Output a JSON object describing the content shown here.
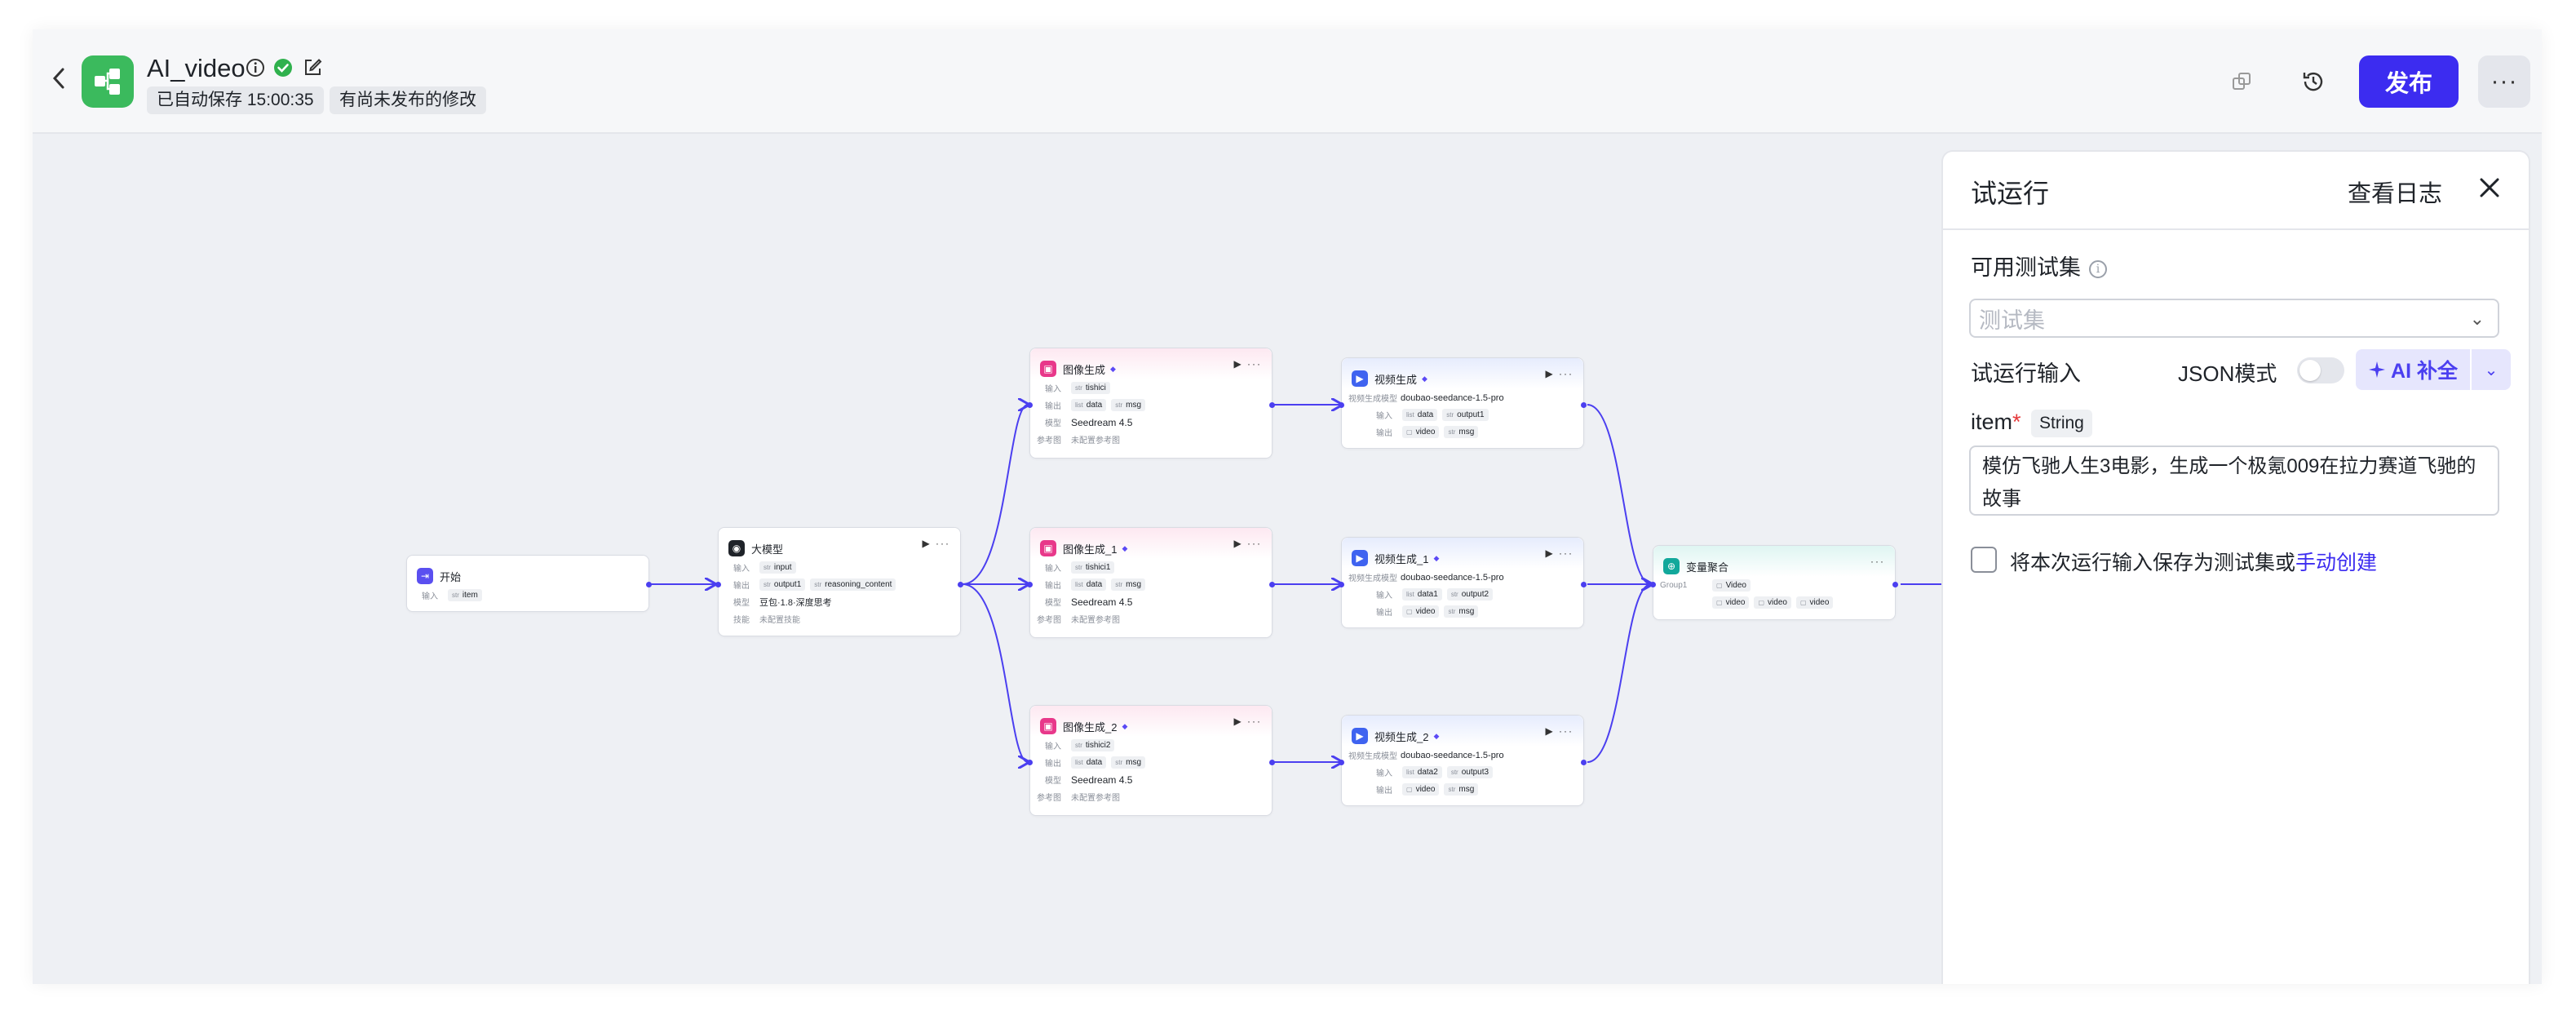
{
  "header": {
    "back_icon": "chevron-left-icon",
    "app_icon": "workflow-icon",
    "app_color": "#3bba5d",
    "title": "AI_video",
    "autosave": "已自动保存 15:00:35",
    "unpublished": "有尚未发布的修改",
    "publish_label": "发布",
    "more_label": "···",
    "accent": "#3c2cf0"
  },
  "canvas": {
    "nodes": {
      "start": {
        "title": "开始",
        "in_label": "输入",
        "in_var": "item"
      },
      "llm": {
        "title": "大模型",
        "in_label": "输入",
        "in_var": "input",
        "out_label": "输出",
        "out_var1": "output1",
        "out_var2": "reasoning_content",
        "model_label": "模型",
        "model": "豆包·1.8·深度思考",
        "skill_label": "技能",
        "skill": "未配置技能"
      },
      "img0": {
        "title": "图像生成",
        "in_label": "输入",
        "in_var": "tishici",
        "out_label": "输出",
        "out_var1": "data",
        "out_var2": "msg",
        "model_label": "模型",
        "model": "Seedream 4.5",
        "ref_label": "参考图",
        "ref": "未配置参考图"
      },
      "img1": {
        "title": "图像生成_1",
        "in_label": "输入",
        "in_var": "tishici1",
        "out_label": "输出",
        "out_var1": "data",
        "out_var2": "msg",
        "model_label": "模型",
        "model": "Seedream 4.5",
        "ref_label": "参考图",
        "ref": "未配置参考图"
      },
      "img2": {
        "title": "图像生成_2",
        "in_label": "输入",
        "in_var": "tishici2",
        "out_label": "输出",
        "out_var1": "data",
        "out_var2": "msg",
        "model_label": "模型",
        "model": "Seedream 4.5",
        "ref_label": "参考图",
        "ref": "未配置参考图"
      },
      "vid0": {
        "title": "视频生成",
        "model_label": "视频生成模型",
        "model": "doubao-seedance-1.5-pro",
        "in_label": "输入",
        "in_var1": "data",
        "in_var2": "output1",
        "out_label": "输出",
        "out_var1": "video",
        "out_var2": "msg"
      },
      "vid1": {
        "title": "视频生成_1",
        "model_label": "视频生成模型",
        "model": "doubao-seedance-1.5-pro",
        "in_label": "输入",
        "in_var1": "data1",
        "in_var2": "output2",
        "out_label": "输出",
        "out_var1": "video",
        "out_var2": "msg"
      },
      "vid2": {
        "title": "视频生成_2",
        "model_label": "视频生成模型",
        "model": "doubao-seedance-1.5-pro",
        "in_label": "输入",
        "in_var1": "data2",
        "in_var2": "output3",
        "out_label": "输出",
        "out_var1": "video",
        "out_var2": "msg"
      },
      "agg": {
        "title": "变量聚合",
        "group_label": "Group1",
        "group_var": "Video",
        "v1": "video",
        "v2": "video",
        "v3": "video"
      }
    }
  },
  "panel": {
    "title": "试运行",
    "view_log": "查看日志",
    "close_icon": "close-icon",
    "testset_label": "可用测试集",
    "testset_placeholder": "测试集",
    "run_input_label": "试运行输入",
    "json_mode_label": "JSON模式",
    "json_mode_on": false,
    "ai_fill_label": "AI 补全",
    "item_label": "item",
    "item_required": "*",
    "item_type": "String",
    "item_value": "模仿飞驰人生3电影，生成一个极氪009在拉力赛道飞驰的故事",
    "save_prefix": "将本次运行输入保存为测试集或",
    "save_link": "手动创建"
  }
}
